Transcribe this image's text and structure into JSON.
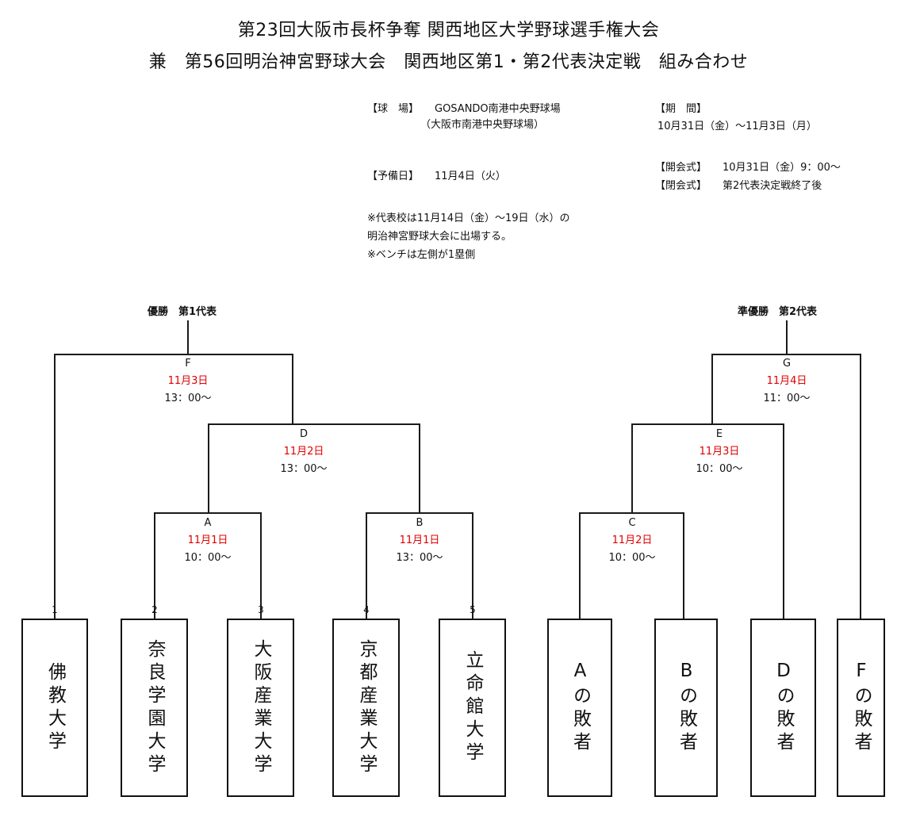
{
  "header": {
    "title_line1": "第23回大阪市長杯争奪 関西地区大学野球選手権大会",
    "title_line2": "兼　第56回明治神宮野球大会　関西地区第1・第2代表決定戦　組み合わせ"
  },
  "info": {
    "venue_label": "【球　場】",
    "venue_name": "GOSANDO南港中央野球場",
    "venue_sub": "（大阪市南港中央野球場）",
    "reserve_label": "【予備日】",
    "reserve_value": "11月4日（火）",
    "notes": [
      "※代表校は11月14日（金）～19日（水）の",
      "明治神宮野球大会に出場する。",
      "※ベンチは左側が1塁側"
    ],
    "period_label": "【期　間】",
    "period_value": "10月31日（金）～11月3日（月）",
    "opening_label": "【開会式】",
    "opening_value": "10月31日（金）9：00～",
    "closing_label": "【閉会式】",
    "closing_value": "第2代表決定戦終了後"
  },
  "bracket": {
    "left_title": "優勝　第1代表",
    "right_title": "準優勝　第2代表",
    "matches": {
      "A": {
        "letter": "A",
        "date": "11月1日",
        "time": "10：00～"
      },
      "B": {
        "letter": "B",
        "date": "11月1日",
        "time": "13：00～"
      },
      "C": {
        "letter": "C",
        "date": "11月2日",
        "time": "10：00～"
      },
      "D": {
        "letter": "D",
        "date": "11月2日",
        "time": "13：00～"
      },
      "E": {
        "letter": "E",
        "date": "11月3日",
        "time": "10：00～"
      },
      "F": {
        "letter": "F",
        "date": "11月3日",
        "time": "13：00～"
      },
      "G": {
        "letter": "G",
        "date": "11月4日",
        "time": "11：00～"
      }
    },
    "slots": [
      "1",
      "2",
      "3",
      "4",
      "5"
    ],
    "teams": [
      "佛教大学",
      "奈良学園大学",
      "大阪産業大学",
      "京都産業大学",
      "立命館大学",
      "Aの敗者",
      "Bの敗者",
      "Dの敗者",
      "Fの敗者"
    ]
  },
  "colors": {
    "date_red": "#e00000",
    "line": "#1a1a1a"
  }
}
